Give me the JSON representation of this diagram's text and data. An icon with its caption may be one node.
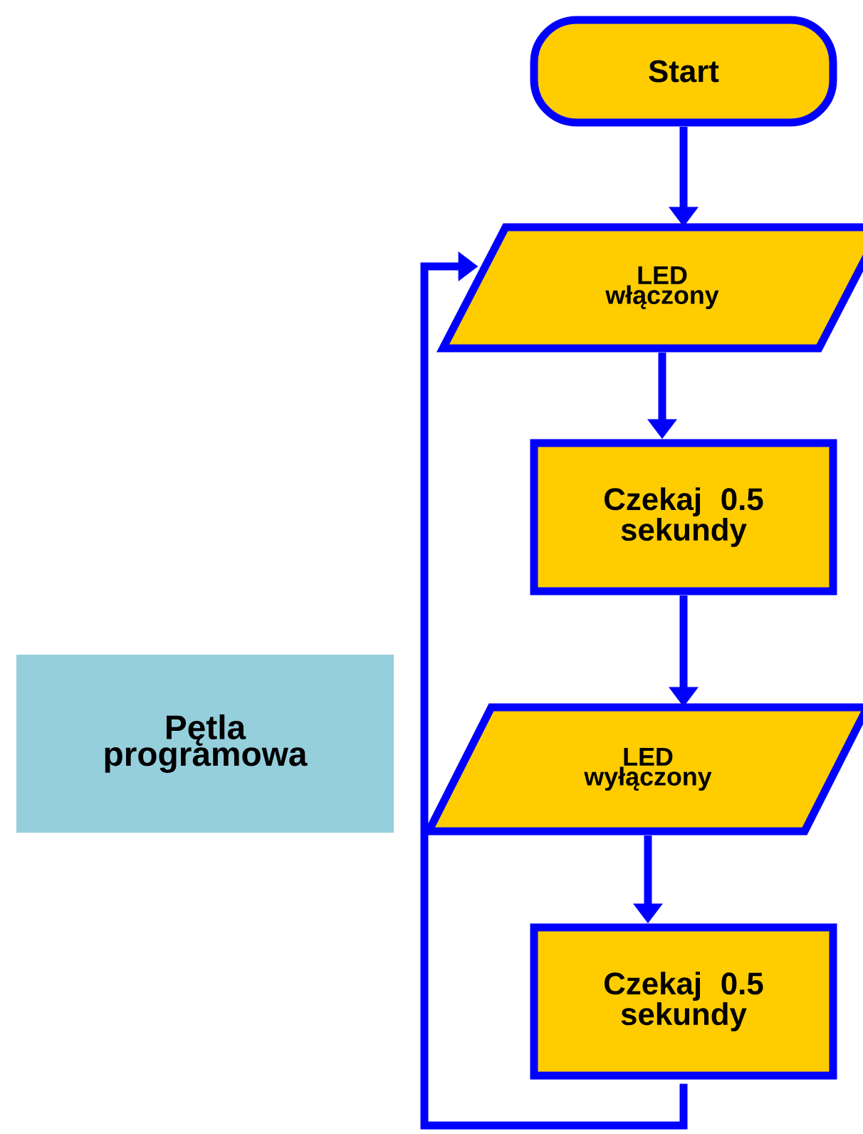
{
  "diagram": {
    "nodes": [
      {
        "text": [
          "Start"
        ]
      },
      {
        "text": [
          "LED włączony"
        ]
      },
      {
        "text": [
          "Czekaj 0.5 sekundy"
        ]
      },
      {
        "text": [
          "LED wyłączony"
        ]
      },
      {
        "text": [
          "Czekaj 0.5 sekundy"
        ]
      },
      {
        "text": [
          "Pętla programowa"
        ]
      }
    ],
    "edges": [
      {
        "from": 0,
        "to": 1,
        "arrow": "to"
      },
      {
        "from": 1,
        "to": 2,
        "arrow": "to"
      },
      {
        "from": 2,
        "to": 3,
        "arrow": "to"
      },
      {
        "from": 3,
        "to": 4,
        "arrow": "to"
      },
      {
        "from": 4,
        "to": 1,
        "arrow": "to"
      }
    ]
  }
}
